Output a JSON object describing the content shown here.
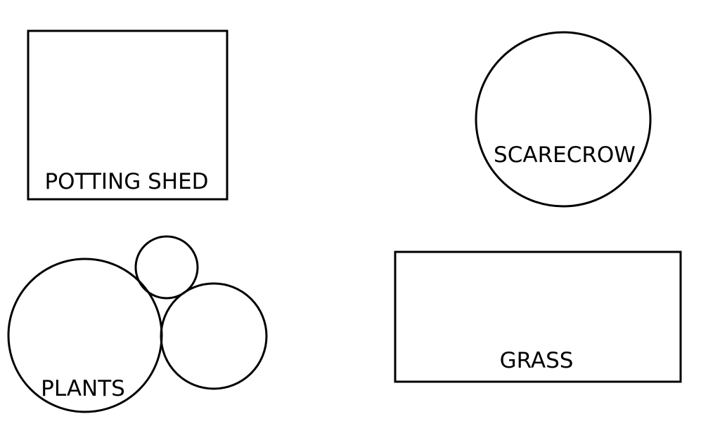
{
  "diagram": {
    "colors": {
      "stroke": "#000000",
      "background": "#ffffff"
    },
    "labels": {
      "potting_shed": "POTTING SHED",
      "scarecrow": "SCARECROW",
      "plants": "PLANTS",
      "grass": "GRASS"
    }
  }
}
